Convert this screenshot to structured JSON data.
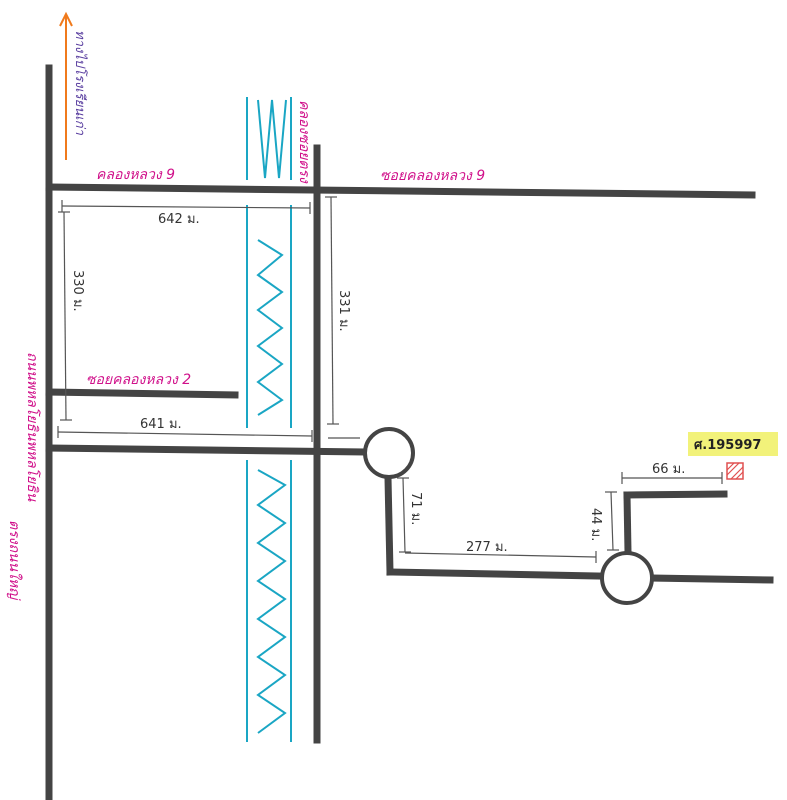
{
  "map": {
    "north_label": "ทางไปโรงเรียนเก่า",
    "roads": {
      "khlong_luang_9_left": "คลองหลวง 9",
      "soi_khlong_luang_9_right": "ซอยคลองหลวง 9",
      "soi_khlong_luang_2": "ซอยคลองหลวง 2",
      "main_road_vertical": "ถนนพหลโยธินพหลโยธิน",
      "main_road_sub": "ตรงถนนใหญ่",
      "canal_label": "คลองซอยตรง"
    },
    "distances": {
      "top_horizontal": "642 ม.",
      "left_vertical": "330 ม.",
      "right_vertical": "331 ม.",
      "middle_horizontal": "641 ม.",
      "down_after_roundabout": "71 ม.",
      "bottom_horizontal": "277 ม.",
      "up_to_plot": "44 ม.",
      "to_plot": "66 ม."
    },
    "plot": {
      "label": "ศ.195997",
      "highlight_color": "#f2f27a",
      "marker_color": "#e05050"
    },
    "colors": {
      "road": "#444444",
      "canal": "#1aa6c4",
      "road_label": "#d0108a",
      "north_arrow": "#f07a1c"
    }
  }
}
